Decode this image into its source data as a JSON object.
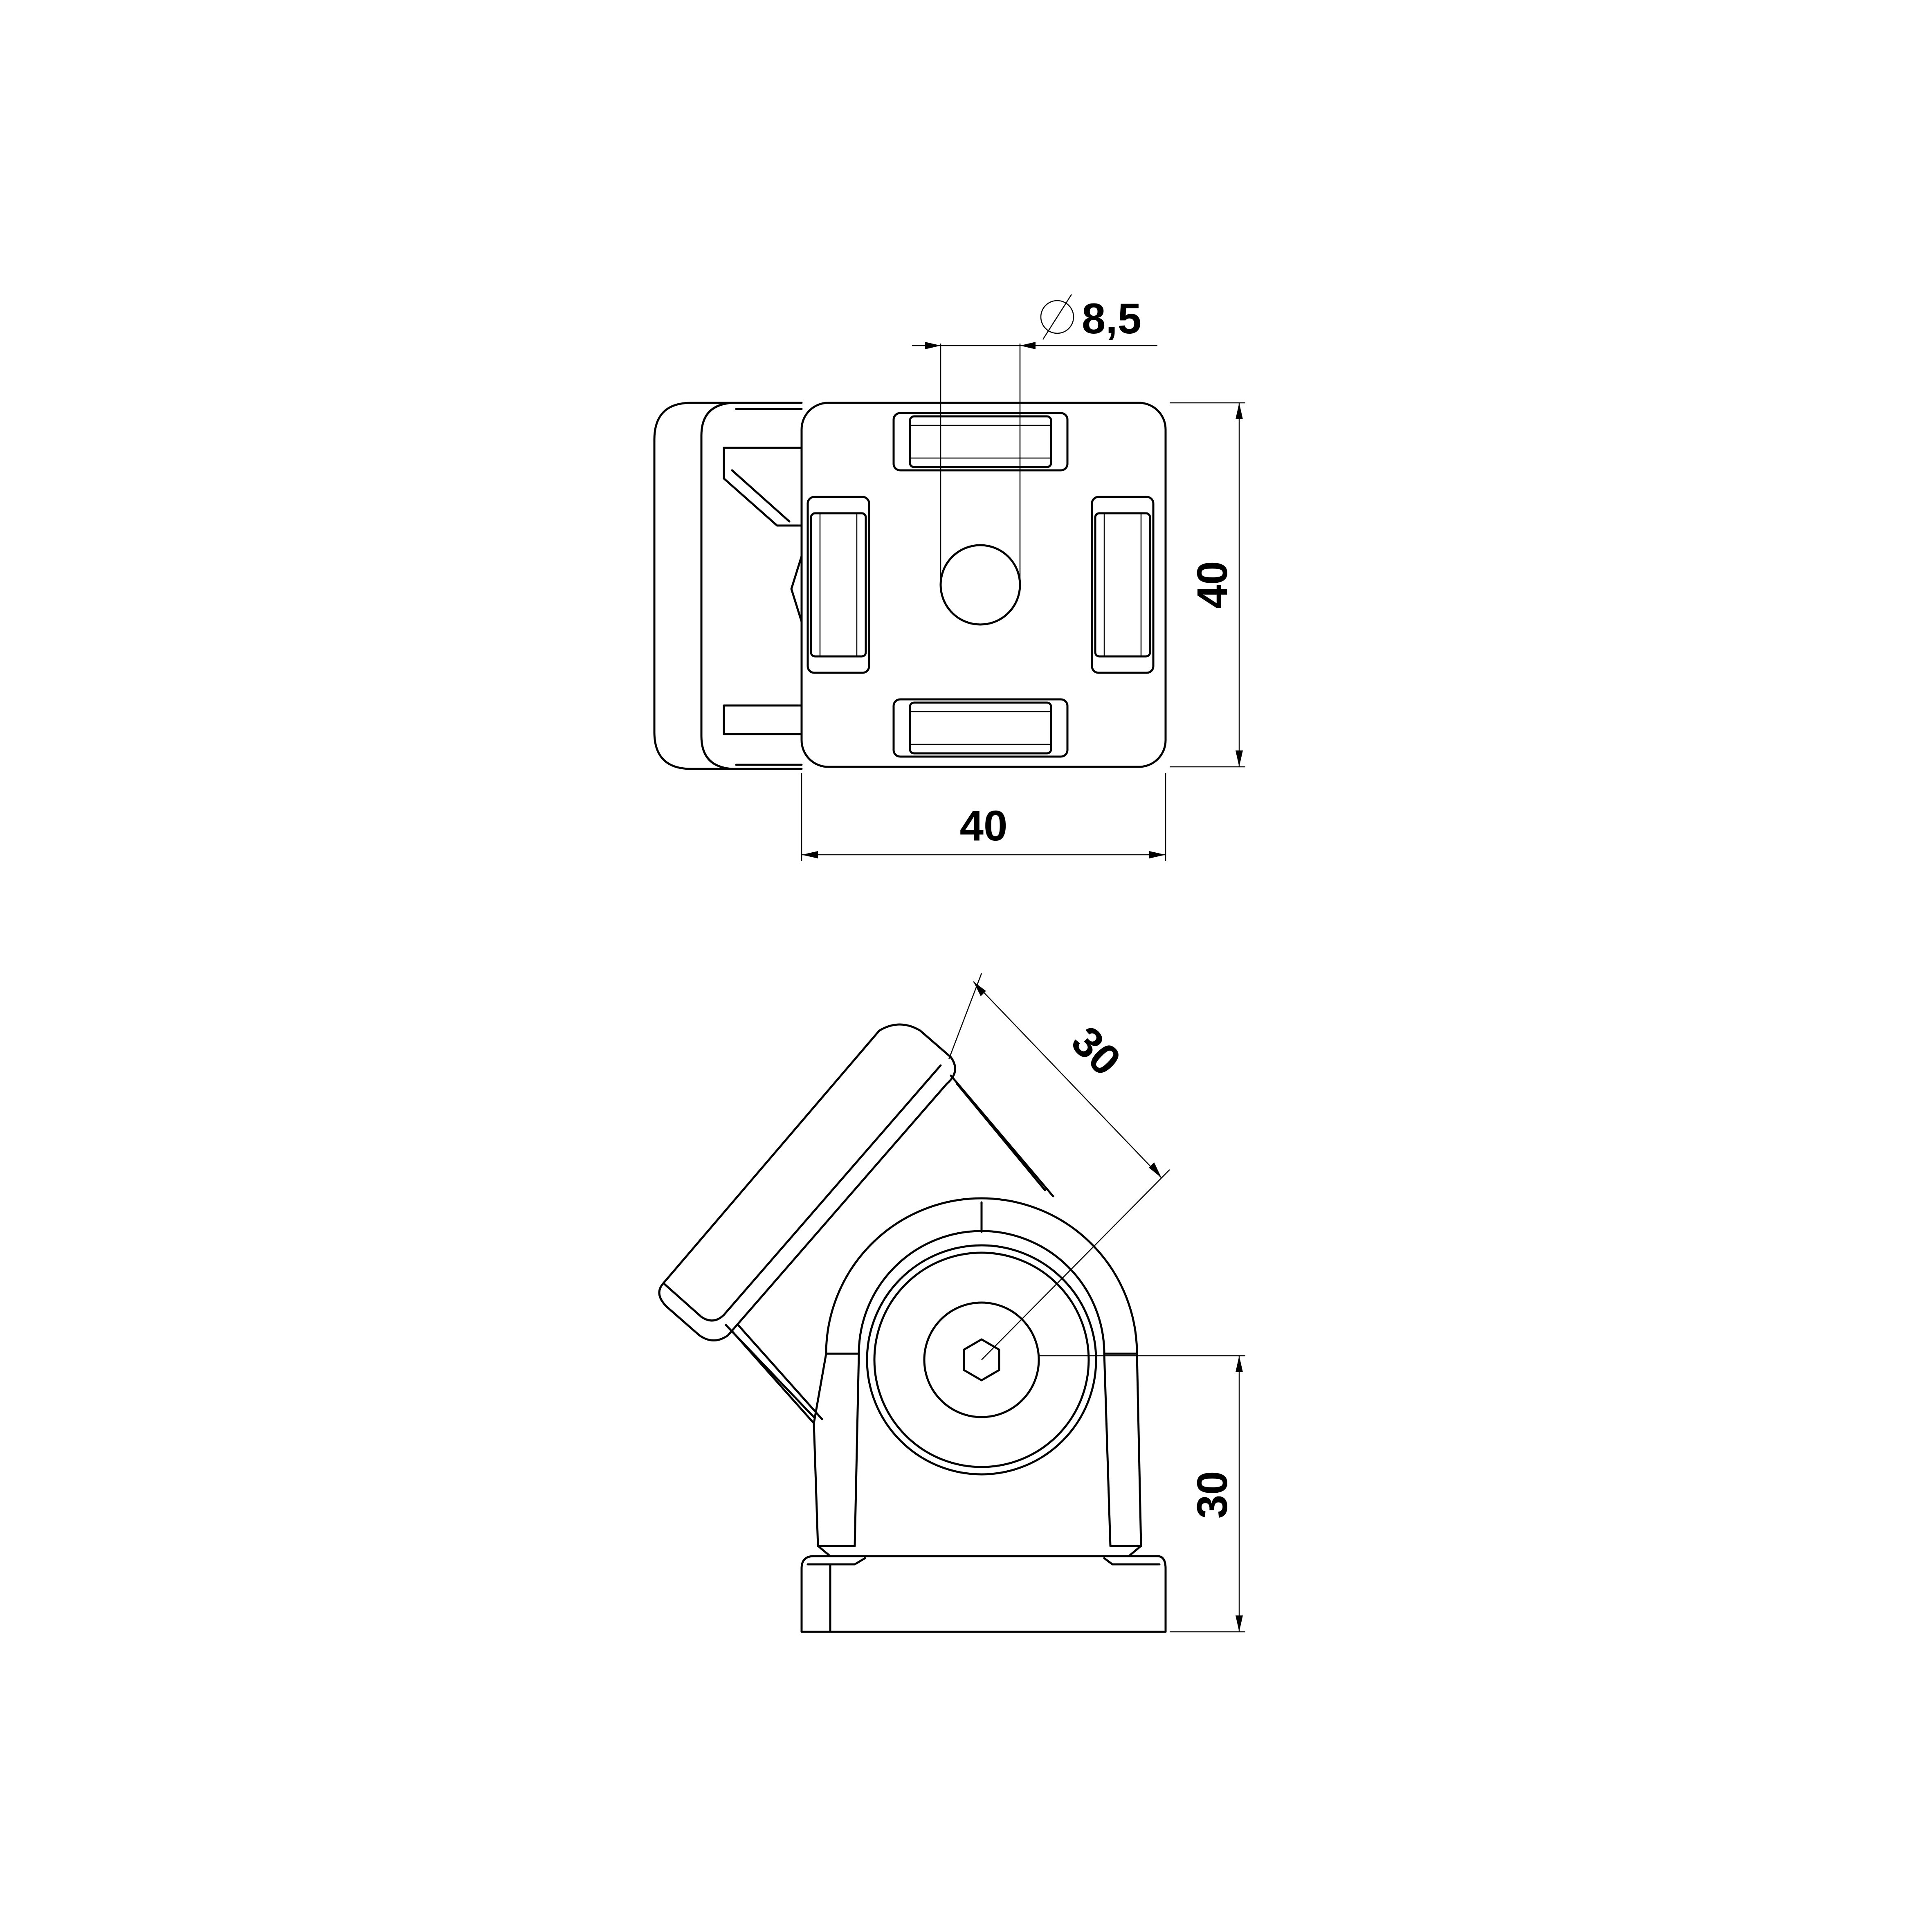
{
  "dimensions": {
    "hole_diameter": "8,5",
    "top_width": "40",
    "top_height": "40",
    "angled_length": "30",
    "base_height": "30"
  },
  "symbols": {
    "diameter": "diameter-symbol"
  },
  "colors": {
    "line": "#000000",
    "background": "#ffffff"
  }
}
